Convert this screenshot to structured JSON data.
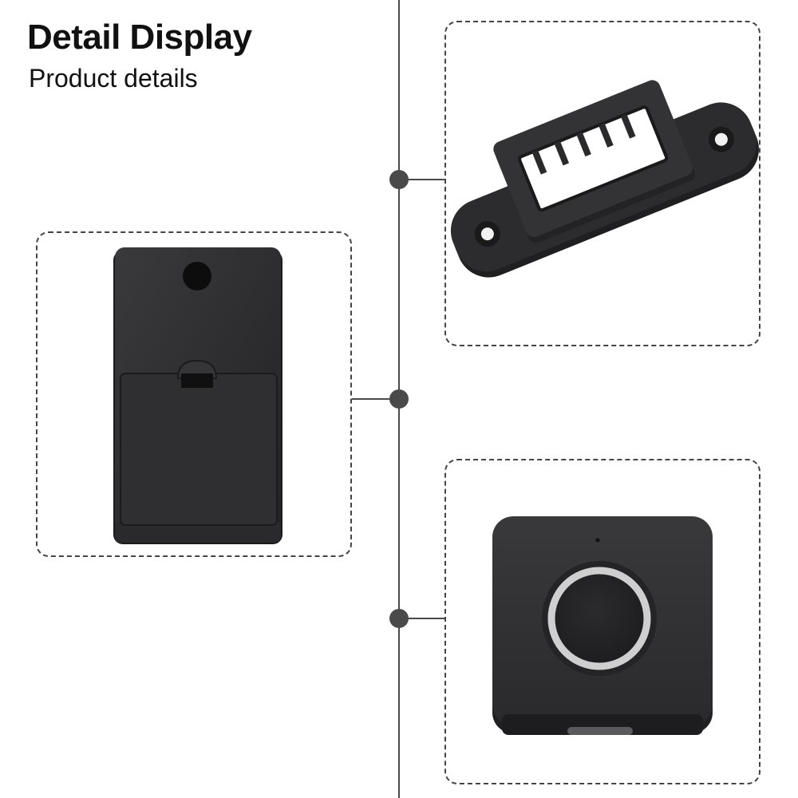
{
  "header": {
    "title": "Detail Display",
    "subtitle": "Product details"
  },
  "panels": {
    "back_view": {
      "product": "lock-back-cover"
    },
    "strike_plate": {
      "product": "strike-plate-bracket"
    },
    "front_view": {
      "product": "fingerprint-sensor-front"
    }
  },
  "colors": {
    "line": "#4a4a4a",
    "product_body": "#2b2b2e",
    "panel_border": "#444444",
    "sensor_ring": "#c9c9c9"
  }
}
